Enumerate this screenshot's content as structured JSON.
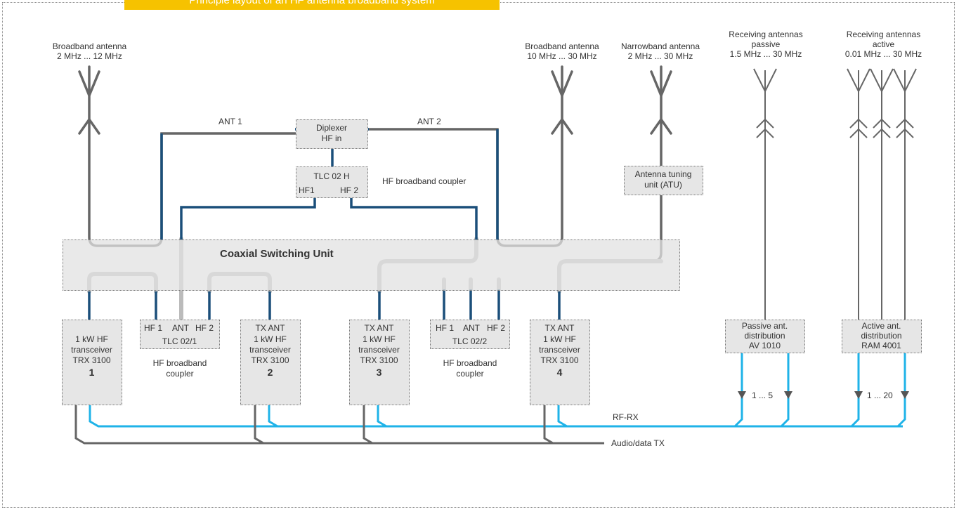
{
  "title": "Principle layout of an HF antenna broadband system",
  "antennas": {
    "bb1": {
      "name": "Broadband antenna",
      "range": "2 MHz ... 12 MHz"
    },
    "bb2": {
      "name": "Broadband antenna",
      "range": "10 MHz ... 30 MHz"
    },
    "nb": {
      "name": "Narrowband antenna",
      "range": "2 MHz ... 30 MHz"
    },
    "rxp": {
      "line1": "Receiving antennas",
      "line2": "passive",
      "range": "1.5 MHz ... 30 MHz"
    },
    "rxa": {
      "line1": "Receiving antennas",
      "line2": "active",
      "range": "0.01 MHz ... 30 MHz"
    }
  },
  "links": {
    "ant1": "ANT 1",
    "ant2": "ANT 2"
  },
  "diplexer": {
    "line1": "Diplexer",
    "line2": "HF in"
  },
  "tlc02h": {
    "name": "TLC 02 H",
    "hf1": "HF1",
    "hf2": "HF 2",
    "desc": "HF broadband coupler"
  },
  "atu": {
    "line1": "Antenna tuning",
    "line2": "unit (ATU)"
  },
  "csu": "Coaxial Switching Unit",
  "transceivers": [
    {
      "port": "",
      "l1": "1 kW HF",
      "l2": "transceiver",
      "l3": "TRX 3100",
      "num": "1"
    },
    {
      "port": "TX ANT",
      "l1": "1 kW HF",
      "l2": "transceiver",
      "l3": "TRX 3100",
      "num": "2"
    },
    {
      "port": "TX ANT",
      "l1": "1 kW HF",
      "l2": "transceiver",
      "l3": "TRX 3100",
      "num": "3"
    },
    {
      "port": "TX ANT",
      "l1": "1 kW HF",
      "l2": "transceiver",
      "l3": "TRX 3100",
      "num": "4"
    }
  ],
  "tlc1": {
    "hf1": "HF 1",
    "ant": "ANT",
    "hf2": "HF 2",
    "name": "TLC 02/1",
    "desc1": "HF broadband",
    "desc2": "coupler"
  },
  "tlc2": {
    "hf1": "HF 1",
    "ant": "ANT",
    "hf2": "HF 2",
    "name": "TLC 02/2",
    "desc1": "HF broadband",
    "desc2": "coupler"
  },
  "passive_dist": {
    "l1": "Passive ant.",
    "l2": "distribution",
    "l3": "AV 1010",
    "count": "1 ... 5"
  },
  "active_dist": {
    "l1": "Active ant.",
    "l2": "distribution",
    "l3": "RAM 4001",
    "count": "1 ... 20"
  },
  "bus": {
    "rfrx": "RF-RX",
    "audio": "Audio/data TX"
  },
  "colors": {
    "title_bg": "#f6c200",
    "coax": "#1b4f7a",
    "switch": "#bbbbbb",
    "rx": "#1fb3e8",
    "audio": "#666666",
    "box": "#e6e6e6"
  }
}
